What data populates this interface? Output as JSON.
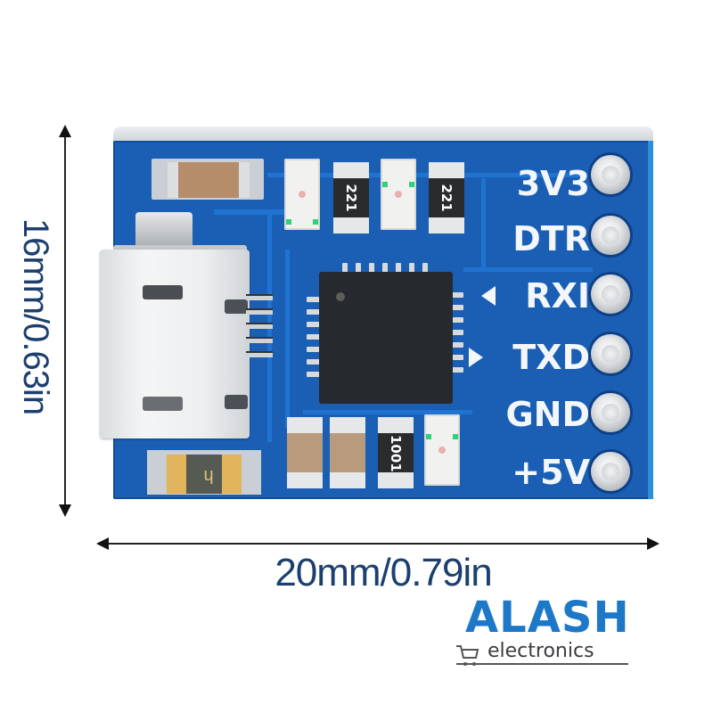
{
  "product": {
    "name": "USB to TTL serial adapter module (micro USB)",
    "board_color": "#1a5fb4"
  },
  "dimensions": {
    "height_label": "16mm/0.63in",
    "width_label": "20mm/0.79in",
    "text_color": "#1b3f6e"
  },
  "pins": [
    {
      "label": "3V3",
      "marker": ""
    },
    {
      "label": "DTR",
      "marker": ""
    },
    {
      "label": "RXI",
      "marker": "arrow-in"
    },
    {
      "label": "TXD",
      "marker": "arrow-out"
    },
    {
      "label": "GND",
      "marker": ""
    },
    {
      "label": "+5V",
      "marker": ""
    }
  ],
  "components": {
    "top_row": [
      {
        "type": "led",
        "marking": ""
      },
      {
        "type": "resistor",
        "marking": "221"
      },
      {
        "type": "led",
        "marking": ""
      },
      {
        "type": "resistor",
        "marking": "221"
      }
    ],
    "bottom_row": [
      {
        "type": "capacitor",
        "marking": ""
      },
      {
        "type": "capacitor",
        "marking": ""
      },
      {
        "type": "resistor",
        "marking": "1001"
      },
      {
        "type": "led",
        "marking": ""
      }
    ],
    "fuse_marking": "h",
    "connector": "micro-usb"
  },
  "logo": {
    "brand": "ALASH",
    "subtitle": "electronics",
    "brand_color": "#1d78c8",
    "icon": "shopping-cart-icon"
  }
}
